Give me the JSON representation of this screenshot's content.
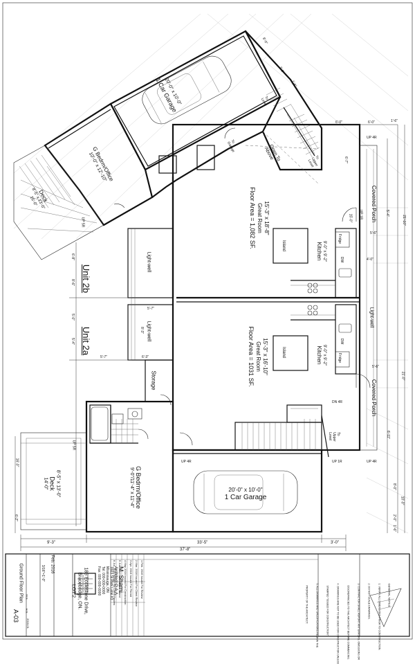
{
  "plan": {
    "unit_2b": {
      "label": "Unit 2b",
      "great_room": {
        "name": "Great Room",
        "size": "15'-3\" x 18'-8\"",
        "area": "Floor Area = 1,082 SF."
      },
      "kitchen": {
        "name": "Kitchen",
        "size": "9'-0\" x 9'-2\""
      },
      "bedroom": {
        "name": "G Bedrm/Office",
        "size": "10'-0\" x 12'-10\""
      },
      "garage": {
        "name": "1 Car Garage",
        "size": "20'-0\" x 10'-0\""
      },
      "deck": {
        "name": "Deck",
        "size": "8'-5\" x 13'-0\"",
        "dim": "16'-0\""
      },
      "porch": {
        "name": "Covered Porch",
        "dim": "18'-0\""
      },
      "lightwell_a": "Light-well",
      "lightwell_b": "Light-well",
      "open_to_above": "Open To\nAbove",
      "to_upper_level": "To\nUpper\nLevel",
      "to_level": "To\nLevel",
      "to_garage": "To\nGarage",
      "up_4r": "UP 4R",
      "up_1r": "UP 1R",
      "up_5r": "UP 5R",
      "dn_4r": "DN 4R",
      "island": "Island",
      "fridge": "Fridge",
      "dw": "DW"
    },
    "unit_2a": {
      "label": "Unit 2a",
      "great_room": {
        "name": "Great Room",
        "size": "15'-3\" x 16'-10\"",
        "area": "Floor Area = 1031 SF."
      },
      "kitchen": {
        "name": "Kitchen",
        "size": "9'-0\" x 9'-2\""
      },
      "bedroom": {
        "name": "G Bedrm/Office",
        "size": "9'-0\"/11'-4\" x 11'-4\""
      },
      "garage": {
        "name": "1 Car Garage",
        "size": "20'-0\" x 10'-0\""
      },
      "deck": {
        "name": "Deck",
        "size": "8'-5\" x 13'-0\"",
        "dim": "14'-0\""
      },
      "porch": {
        "name": "Covered Porch",
        "dim": "18'-0\""
      },
      "lightwell": "Light-well",
      "storage": "Storage",
      "to_upper_level": "To\nUpper\nLevel",
      "up_4r": "UP 4R",
      "up_1r": "UP 1R",
      "up_5r": "UP 5R",
      "dn_4r": "DN 4R",
      "island": "Island",
      "fridge": "Fridge",
      "dw": "DW"
    },
    "dims": {
      "d1": "9'-3\"",
      "d2": "33'-5\"",
      "d3": "3'-0\"",
      "d4": "37'-8\"",
      "d5": "21'-0\"",
      "d6": "21'-10\"",
      "d7": "6'-0\"",
      "d8": "6'-0\"",
      "d9": "5'-7\"",
      "d10": "5'-7\"",
      "d11": "8'-3\"",
      "d12": "6'-3\"",
      "d13": "4'-0\"",
      "d14": "5'-6\"",
      "d15": "5'-4\"",
      "d16": "2'-0\"",
      "d17": "8'-0\"",
      "d18": "1'-6\"",
      "d19": "10'-0\"",
      "d20": "6'-11\"",
      "d21": "16'-0\"",
      "d22": "6'-2\"",
      "d23": "5'-4\"",
      "d24": "6'-7\"",
      "d25": "8'-6\"",
      "d26": "15'-0\"",
      "d27": "1'-6\"",
      "d28": "5'-6\"",
      "d29": "6'-8\"",
      "d30": "2'-0\"",
      "d31": "8'-0\"",
      "d32": "1'-6\"",
      "d33": "5'-0\""
    }
  },
  "title_block": {
    "firm_name": "M. Shami",
    "firm_sub": "Architect O.A.A.",
    "firm_lines": [
      "1603 St Park Lane #3",
      "Mississauga, ON",
      "Tel: 000-000-0000",
      "Fax: 000-000-0000"
    ],
    "project": [
      "186 Ecclestone Drive,",
      "Bracebridge, ON.",
      "LOT 2"
    ],
    "date_label": "Feb. 2016",
    "scale": "3/16\"=1'-0\"",
    "sheet_title": "Ground Floor Plan",
    "sheet_no": "A-03",
    "drawn": "H.S.",
    "checked": "M.S.",
    "project_no": "2016-01",
    "revisions": [
      {
        "no": "1",
        "date": "Feb. 2016",
        "desc": "Issued For Review"
      },
      {
        "no": "2",
        "date": "Mar. 2016",
        "desc": "Issued For Client Review"
      },
      {
        "no": "3",
        "date": "Apr. 2016",
        "desc": "Issued For Permit"
      },
      {
        "no": "4",
        "date": "May 2016",
        "desc": "Issued For Construction"
      },
      {
        "no": "5",
        "date": "Jun. 2016",
        "desc": "Revised As Noted"
      },
      {
        "no": "6",
        "date": "Jul. 2016",
        "desc": "Issued For Client Review"
      }
    ],
    "notes_title": "GENERAL NOTES:",
    "notes": [
      "1. VERIFY ALL DIMENSIONS PRIOR TO CONSTRUCTION.",
      "2. DO NOT SCALE DRAWINGS.",
      "3. CONTRACTOR SHALL REPORT ANY ERRORS, OMISSIONS OR",
      "   DISCREPANCIES TO THE ARCHITECT BEFORE COMMENCING.",
      "4. DRAWINGS ARE NOT TO BE USED FOR CONSTRUCTION UNLESS",
      "   STAMPED \"ISSUED FOR CONSTRUCTION\".",
      "5. ALL DRAWINGS AND SPECIFICATIONS REMAIN THE",
      "   PROPERTY OF THE ARCHITECT."
    ]
  }
}
